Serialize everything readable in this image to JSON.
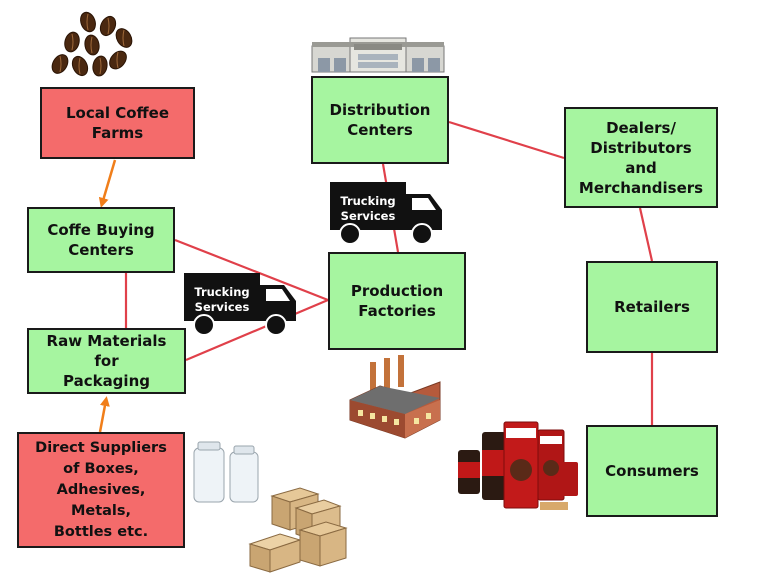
{
  "colors": {
    "green_box": "#a6f5a0",
    "red_box": "#f46b6b",
    "connector": "#e0404a",
    "arrow": "#f07e1a"
  },
  "nodes": {
    "local_farms": "Local Coffee\nFarms",
    "buying_centers": "Coffe Buying\nCenters",
    "raw_materials": "Raw Materials\nfor\nPackaging",
    "direct_suppliers": "Direct Suppliers\nof Boxes,\nAdhesives,\nMetals,\nBottles etc.",
    "distribution": "Distribution\nCenters",
    "production": "Production\nFactories",
    "dealers": "Dealers/\nDistributors\nand\nMerchandisers",
    "retailers": "Retailers",
    "consumers": "Consumers"
  },
  "trucks": {
    "label_line1": "Trucking",
    "label_line2": "Services"
  },
  "icons": [
    "coffee-beans-icon",
    "warehouse-icon",
    "factory-icon",
    "jars-icon",
    "boxes-icon",
    "coffee-products-icon",
    "truck-icon"
  ]
}
